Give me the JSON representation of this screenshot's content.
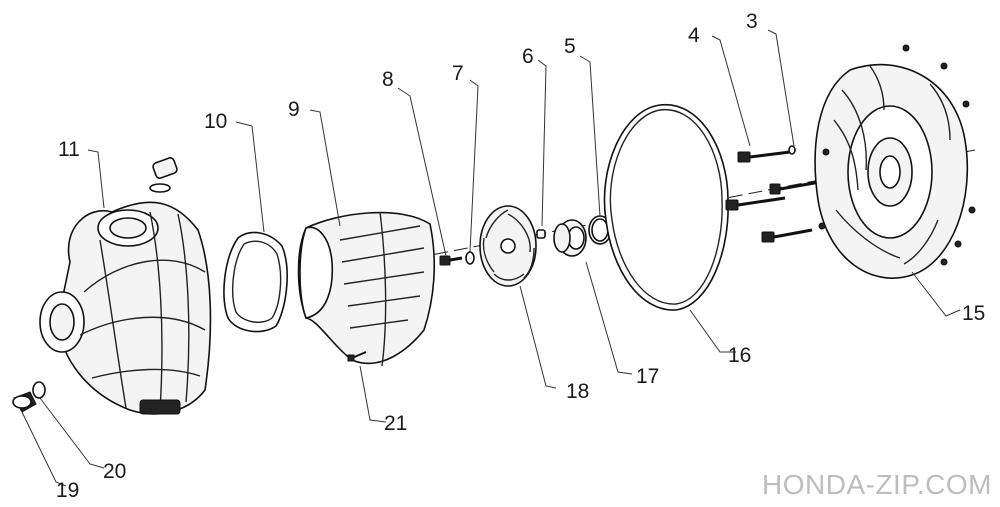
{
  "callouts": {
    "c3": "3",
    "c4": "4",
    "c5": "5",
    "c6": "6",
    "c7": "7",
    "c8": "8",
    "c9": "9",
    "c10": "10",
    "c11": "11",
    "c15": "15",
    "c16": "16",
    "c17": "17",
    "c18": "18",
    "c19": "19",
    "c20": "20",
    "c21": "21"
  },
  "watermark": "HONDA-ZIP.COM"
}
